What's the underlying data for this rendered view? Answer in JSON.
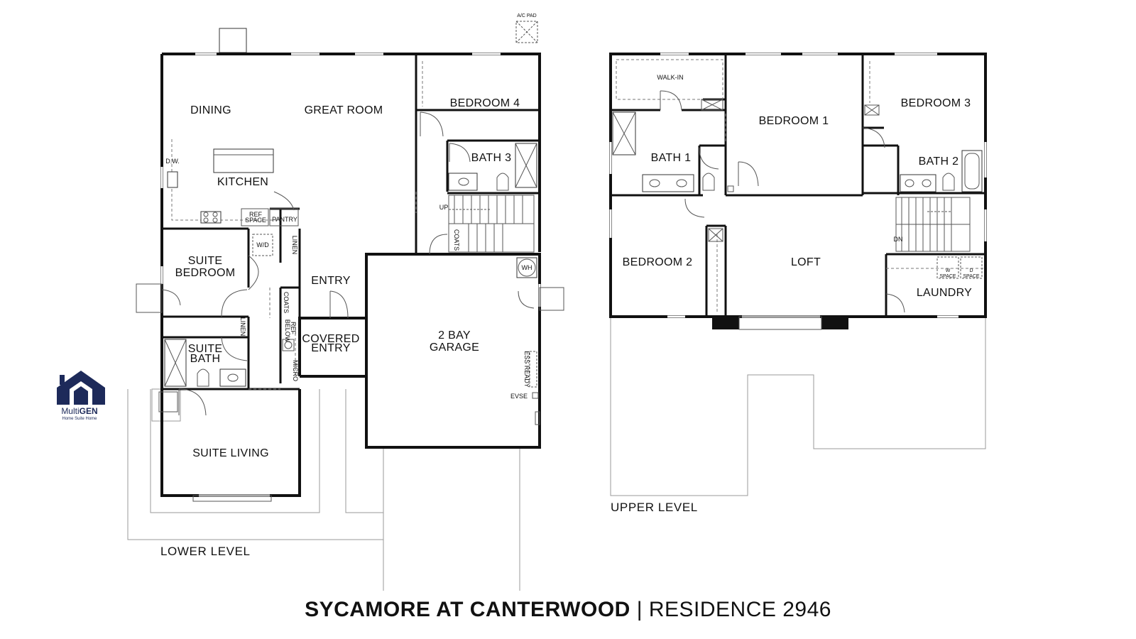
{
  "title": {
    "community": "SYCAMORE AT CANTERWOOD",
    "separator": "|",
    "residence": "RESIDENCE 2946"
  },
  "logo": {
    "name": "MultiGEN",
    "name_prefix": "Multi",
    "name_suffix": "GEN",
    "tagline": "Home Suite Home",
    "icon": "house-logo-icon",
    "color": "#1d2a5a"
  },
  "lower_level": {
    "label": "LOWER LEVEL",
    "rooms": {
      "dining": "DINING",
      "great_room": "GREAT ROOM",
      "kitchen": "KITCHEN",
      "bedroom4": "BEDROOM 4",
      "bath3": "BATH 3",
      "suite_bedroom_1": "SUITE",
      "suite_bedroom_2": "BEDROOM",
      "entry": "ENTRY",
      "covered_entry_1": "COVERED",
      "covered_entry_2": "ENTRY",
      "garage_1": "2 BAY",
      "garage_2": "GARAGE",
      "suite_bath_1": "SUITE",
      "suite_bath_2": "BATH",
      "suite_living": "SUITE LIVING"
    },
    "fixtures": {
      "dw": "D.W.",
      "ref_space_1": "REF",
      "ref_space_2": "SPACE",
      "pantry": "PANTRY",
      "wd": "W/D",
      "linen_a": "LINEN",
      "linen_b": "LINEN",
      "coats_a": "COATS",
      "coats_b": "COATS",
      "ref_below_1": "REF",
      "ref_below_2": "BELOW",
      "micro": "MICRO",
      "up": "UP",
      "wh": "WH",
      "ess_ready": "ESS READY",
      "evse": "EVSE",
      "ac_pad": "A/C PAD"
    }
  },
  "upper_level": {
    "label": "UPPER LEVEL",
    "rooms": {
      "walk_in": "WALK-IN",
      "bedroom1": "BEDROOM 1",
      "bedroom3": "BEDROOM 3",
      "bath1": "BATH 1",
      "bath2": "BATH 2",
      "bedroom2": "BEDROOM 2",
      "loft": "LOFT",
      "laundry": "LAUNDRY"
    },
    "fixtures": {
      "dn": "DN",
      "w_space_1": "W",
      "w_space_2": "SPACE",
      "d_space_1": "D",
      "d_space_2": "SPACE"
    }
  }
}
